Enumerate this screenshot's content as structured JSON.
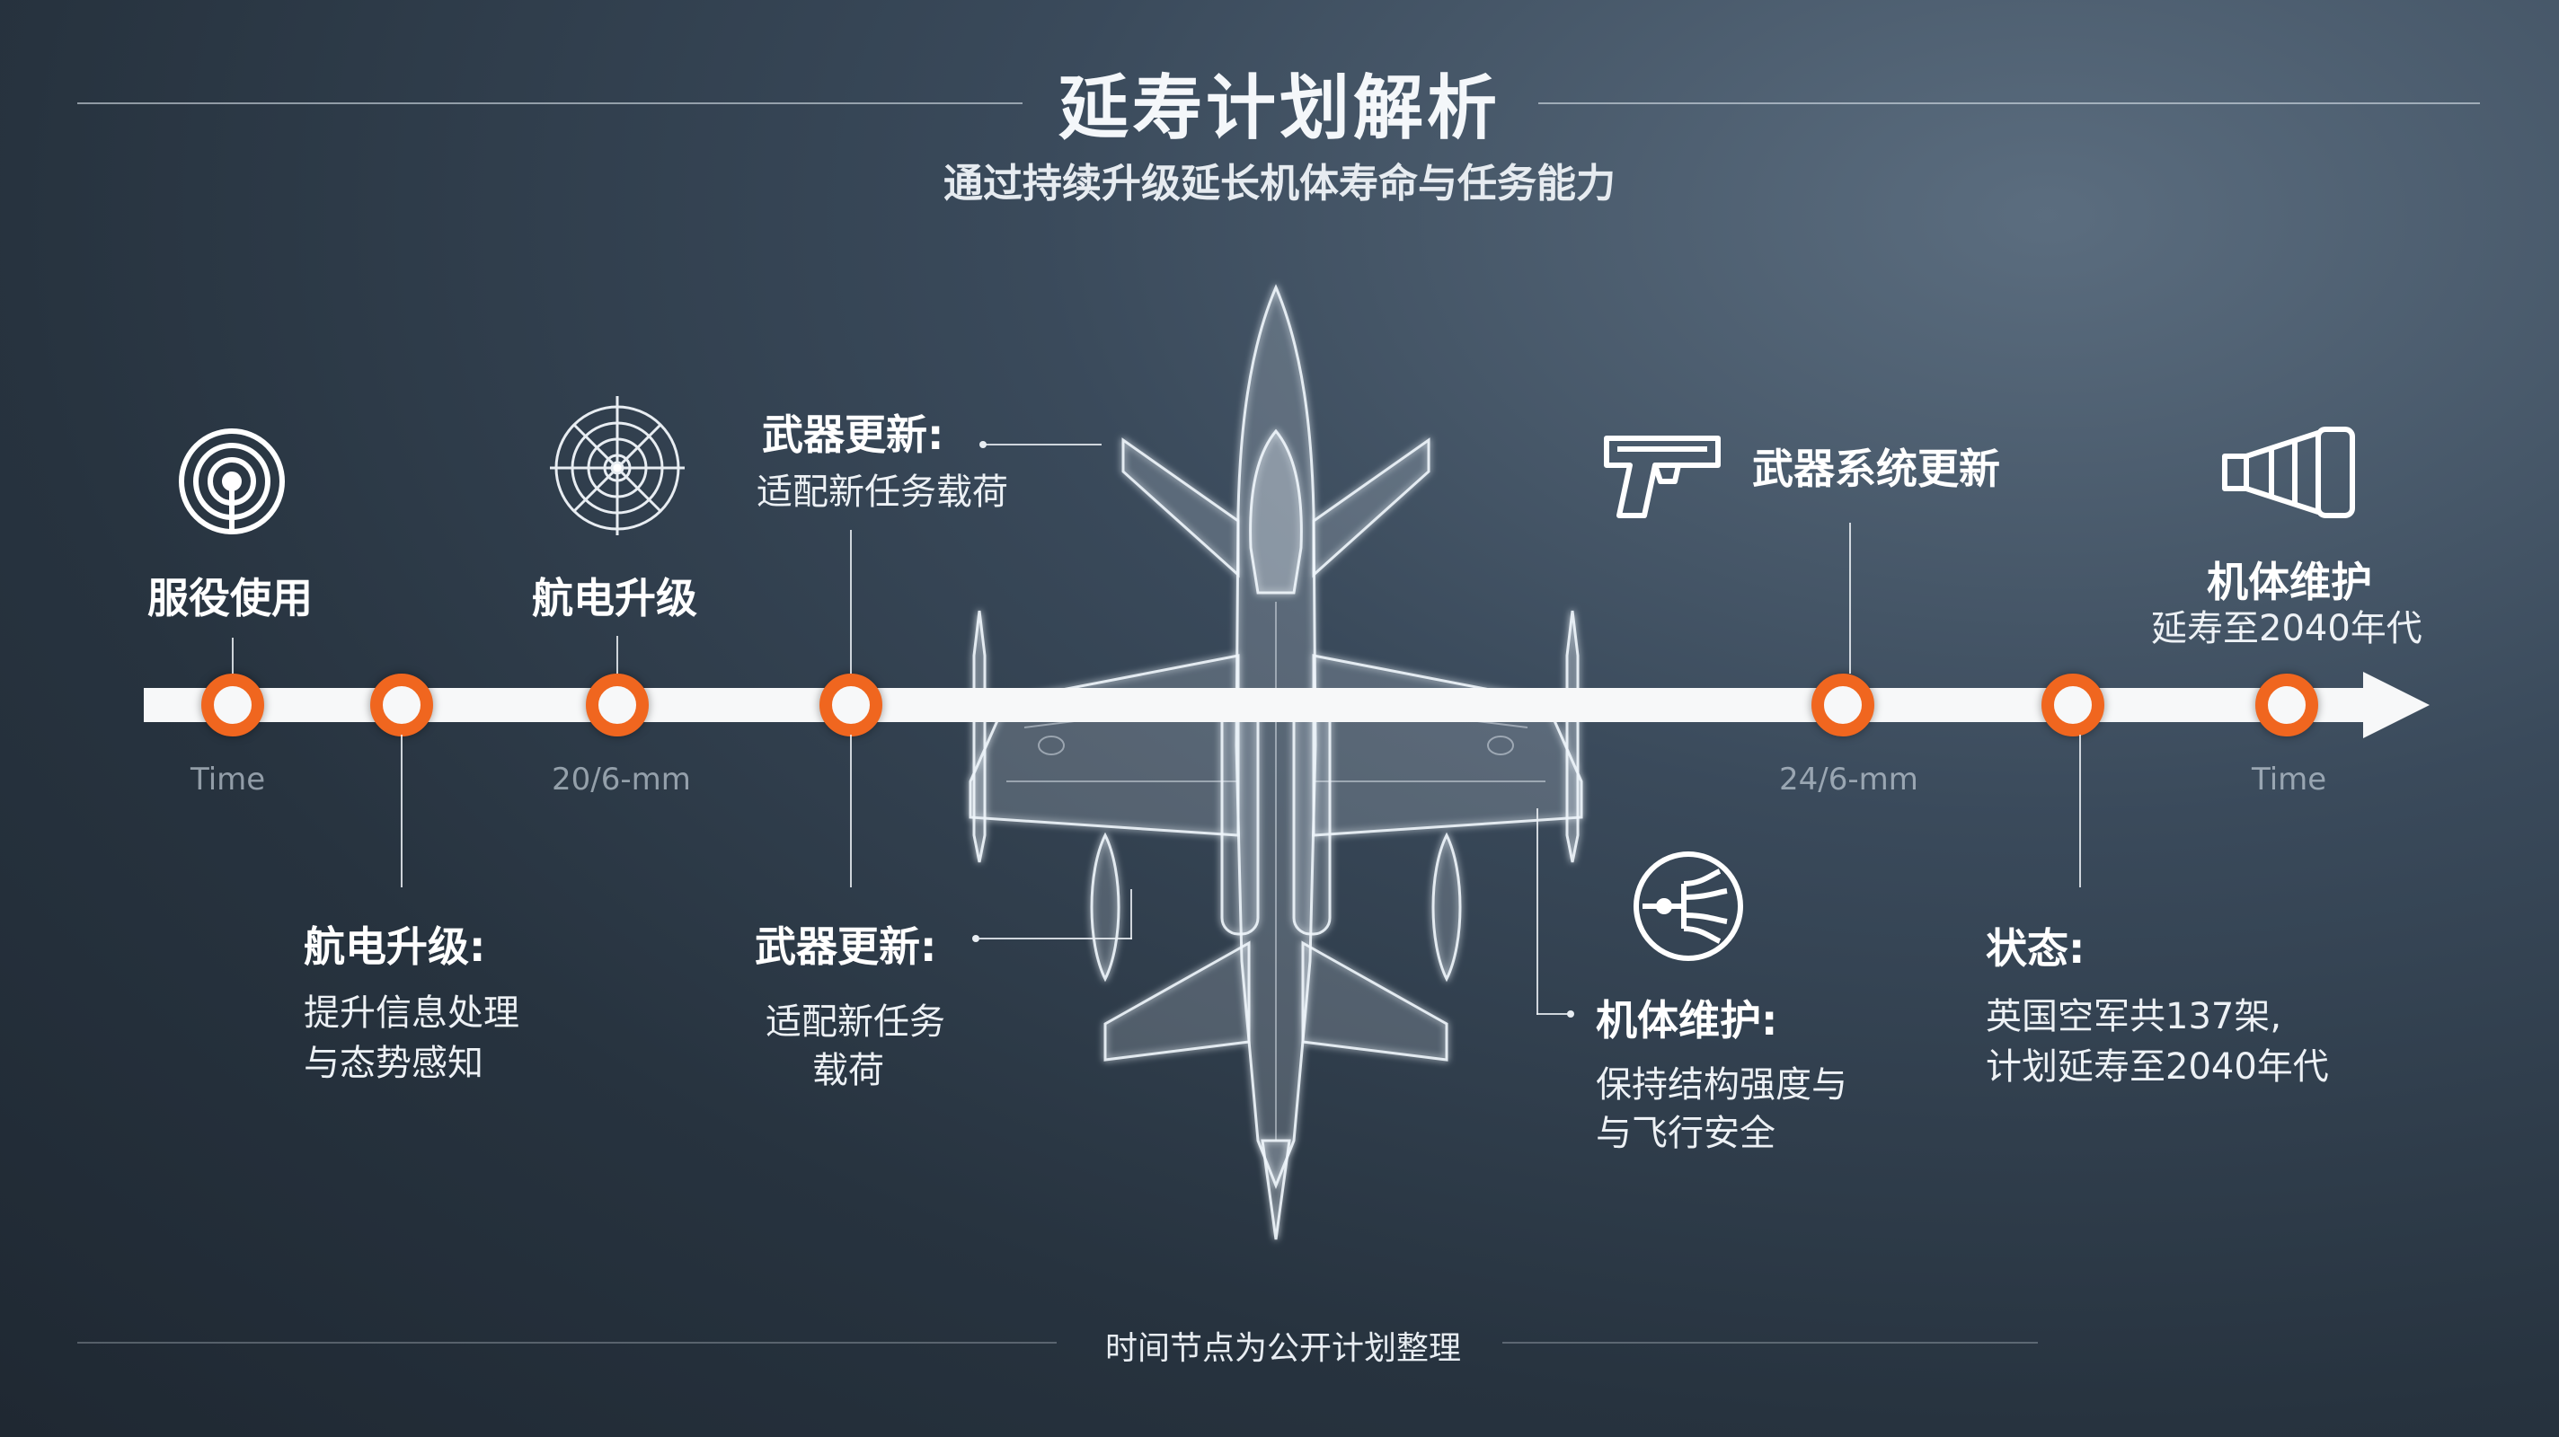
{
  "header": {
    "title": "延寿计划解析",
    "subtitle": "通过持续升级延长机体寿命与任务能力"
  },
  "timeline": {
    "ticks": [
      "Time",
      "20/6-mm",
      "24/6-mm",
      "Time"
    ]
  },
  "top_labels": {
    "service": "服役使用",
    "avionics": "航电升级",
    "weapons_title": "武器更新:",
    "weapons_desc": "适配新任务载荷",
    "weapon_system": "武器系统更新",
    "airframe_title": "机体维护",
    "airframe_desc": "延寿至2040年代"
  },
  "bottom_labels": {
    "avionics_title": "航电升级:",
    "avionics_desc_1": "提升信息处理",
    "avionics_desc_2": "与态势感知",
    "weapons_title": "武器更新:",
    "weapons_desc_1": "适配新任务",
    "weapons_desc_2": "载荷",
    "airframe_title": "机体维护:",
    "airframe_desc_1": "保持结构强度与",
    "airframe_desc_2": "与飞行安全",
    "status_title": "状态:",
    "status_desc_1": "英国空军共137架,",
    "status_desc_2": "计划延寿至2040年代"
  },
  "footer": {
    "note": "时间节点为公开计划整理"
  },
  "icons": {
    "service": "radar-signal-icon",
    "avionics": "radar-scope-icon",
    "weapon_system": "pistol-icon",
    "airframe_top": "megaphone-icon",
    "airframe_bottom": "circuit-icon",
    "aircraft": "jet-fighter-icon"
  },
  "colors": {
    "accent": "#f0661f",
    "timeline": "#f7f8f9",
    "background": "#2c3846"
  }
}
